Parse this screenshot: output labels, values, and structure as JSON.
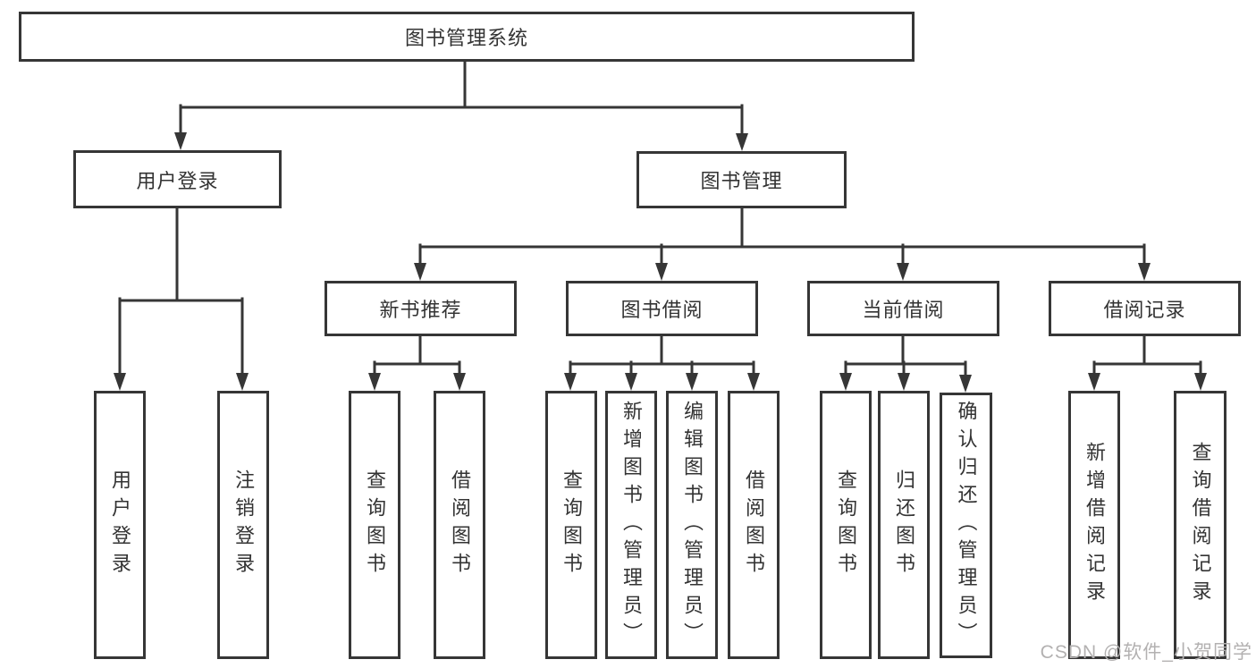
{
  "diagram": {
    "nodes": {
      "root": "图书管理系统",
      "user_login": "用户登录",
      "book_mgmt": "图书管理",
      "new_book_rec": "新书推荐",
      "book_borrow": "图书借阅",
      "current_borrow": "当前借阅",
      "borrow_records": "借阅记录",
      "leaf_user_login": "用户登录",
      "leaf_logout": "注销登录",
      "rec_query_books": "查询图书",
      "rec_borrow_books": "借阅图书",
      "bb_query_books": "查询图书",
      "bb_add_books": "新增图书（管理员）",
      "bb_edit_books": "编辑图书（管理员）",
      "bb_borrow_books": "借阅图书",
      "cb_query_books": "查询图书",
      "cb_return_books": "归还图书",
      "cb_confirm_return": "确认归还（管理员）",
      "br_add_record": "新增借阅记录",
      "br_query_record": "查询借阅记录"
    },
    "colors": {
      "line": "#363636",
      "text": "#333333",
      "watermark": "#b3b1b1",
      "background": "#ffffff"
    },
    "watermark": "CSDN @软件_小贺同学"
  }
}
